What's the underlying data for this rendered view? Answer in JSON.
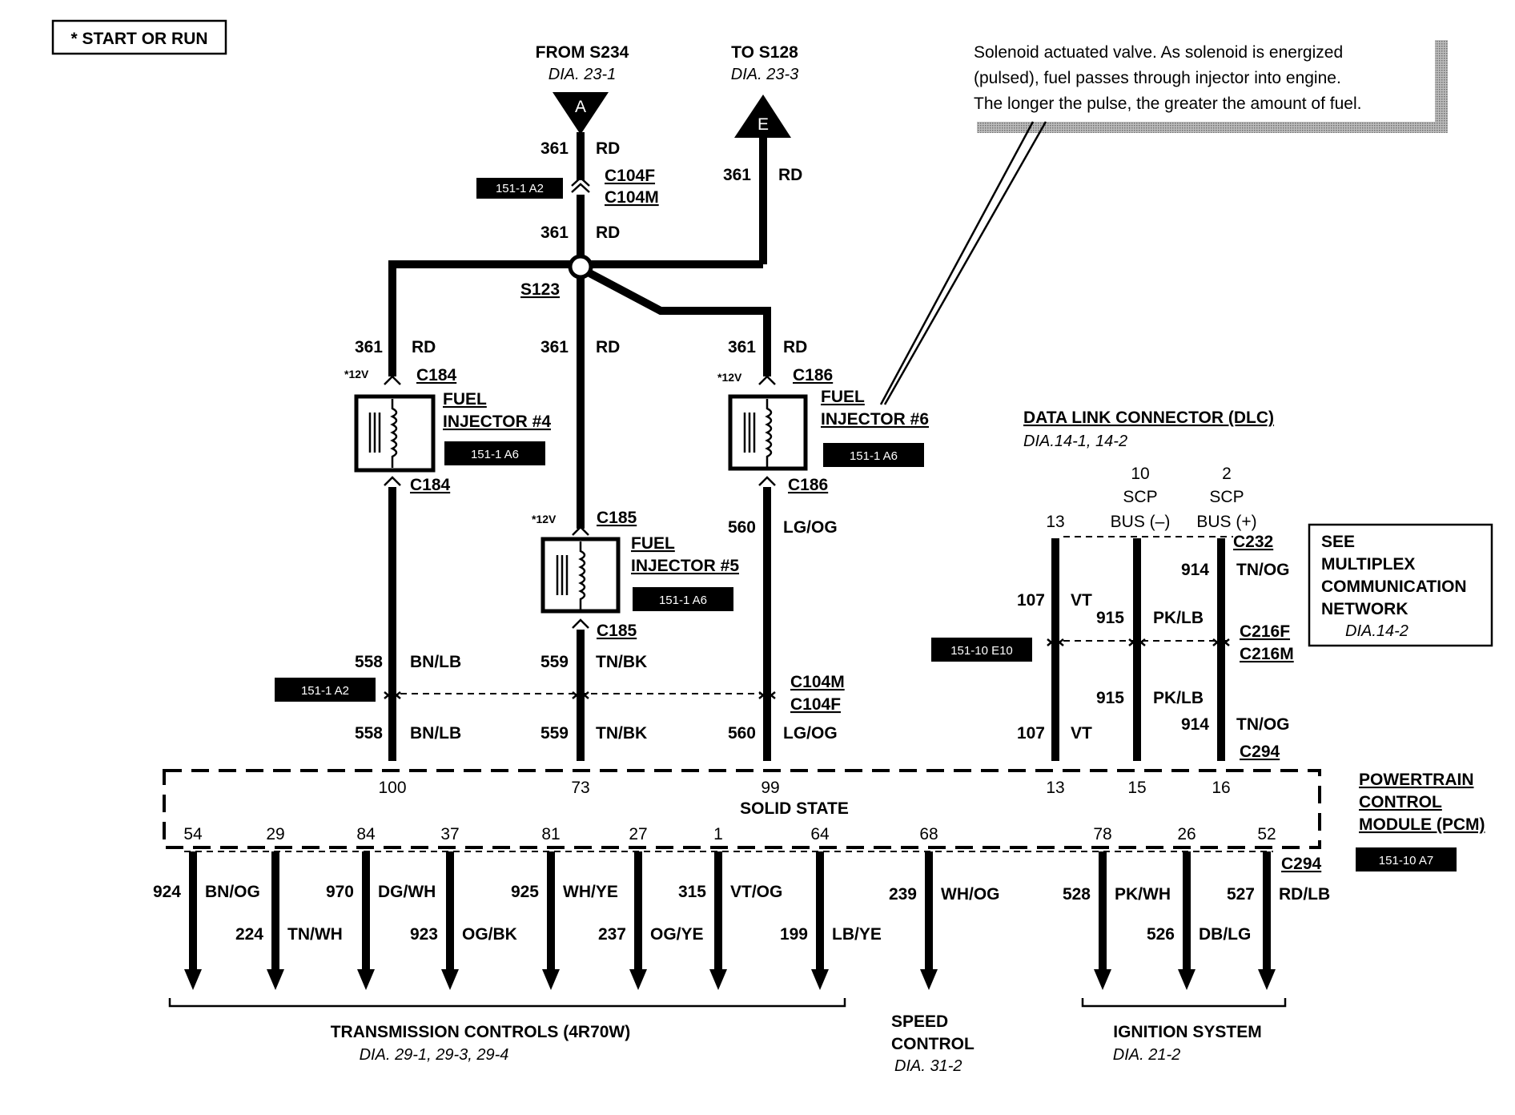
{
  "header": {
    "start_run_label": "* START OR RUN"
  },
  "top": {
    "from_label": "FROM S234",
    "from_dia": "DIA. 23-1",
    "from_letter": "A",
    "to_label": "TO S128",
    "to_dia": "DIA. 23-3",
    "to_letter": "E"
  },
  "note": {
    "line1": "Solenoid actuated valve.  As solenoid is energized",
    "line2": "(pulsed), fuel passes through injector into engine.",
    "line3": "The longer the pulse, the greater the amount of fuel."
  },
  "wires": {
    "w361": "361",
    "rd": "RD",
    "w558": "558",
    "bnlb": "BN/LB",
    "w559": "559",
    "tnbk": "TN/BK",
    "w560": "560",
    "lgog": "LG/OG",
    "w107": "107",
    "vt": "VT",
    "w915": "915",
    "pklb": "PK/LB",
    "w914": "914",
    "tnog": "TN/OG"
  },
  "connectors": {
    "c104f": "C104F",
    "c104m": "C104M",
    "s123": "S123",
    "c184": "C184",
    "c185": "C185",
    "c186": "C186",
    "c232": "C232",
    "c216f": "C216F",
    "c216m": "C216M",
    "c294": "C294",
    "plus12v": "*12V"
  },
  "tags": {
    "t151_1_a2": "151-1 A2",
    "t151_1_a6": "151-1 A6",
    "t151_10_e10": "151-10 E10",
    "t151_10_a7": "151-10 A7"
  },
  "injectors": {
    "fuel": "FUEL",
    "inj4": "INJECTOR #4",
    "inj5": "INJECTOR #5",
    "inj6": "INJECTOR #6"
  },
  "dlc": {
    "title": "DATA LINK CONNECTOR (DLC)",
    "dia": "DIA.14-1, 14-2",
    "pin13": "13",
    "pin10": "10",
    "pin2": "2",
    "scp": "SCP",
    "bus_minus": "BUS (–)",
    "bus_plus": "BUS (+)"
  },
  "multiplex": {
    "line1": "SEE",
    "line2": "MULTIPLEX",
    "line3": "COMMUNICATION",
    "line4": "NETWORK",
    "dia": "DIA.14-2"
  },
  "pcm": {
    "top_pins": [
      "100",
      "73",
      "99",
      "13",
      "15",
      "16"
    ],
    "solid_state": "SOLID STATE",
    "title1": "POWERTRAIN",
    "title2": "CONTROL",
    "title3": "MODULE (PCM)",
    "bottom_pins": [
      "54",
      "29",
      "84",
      "37",
      "81",
      "27",
      "1",
      "64",
      "68",
      "78",
      "26",
      "52"
    ]
  },
  "outputs": [
    {
      "num": "924",
      "color": "BN/OG"
    },
    {
      "num": "224",
      "color": "TN/WH"
    },
    {
      "num": "970",
      "color": "DG/WH"
    },
    {
      "num": "923",
      "color": "OG/BK"
    },
    {
      "num": "925",
      "color": "WH/YE"
    },
    {
      "num": "237",
      "color": "OG/YE"
    },
    {
      "num": "315",
      "color": "VT/OG"
    },
    {
      "num": "199",
      "color": "LB/YE"
    },
    {
      "num": "239",
      "color": "WH/OG"
    },
    {
      "num": "528",
      "color": "PK/WH"
    },
    {
      "num": "526",
      "color": "DB/LG"
    },
    {
      "num": "527",
      "color": "RD/LB"
    }
  ],
  "groups": {
    "trans": "TRANSMISSION CONTROLS (4R70W)",
    "trans_dia": "DIA. 29-1, 29-3, 29-4",
    "speed1": "SPEED",
    "speed2": "CONTROL",
    "speed_dia": "DIA. 31-2",
    "ign": "IGNITION SYSTEM",
    "ign_dia": "DIA. 21-2"
  },
  "colors": {
    "ink": "#000000",
    "paper": "#ffffff",
    "shadow": "#9a9a9a"
  }
}
